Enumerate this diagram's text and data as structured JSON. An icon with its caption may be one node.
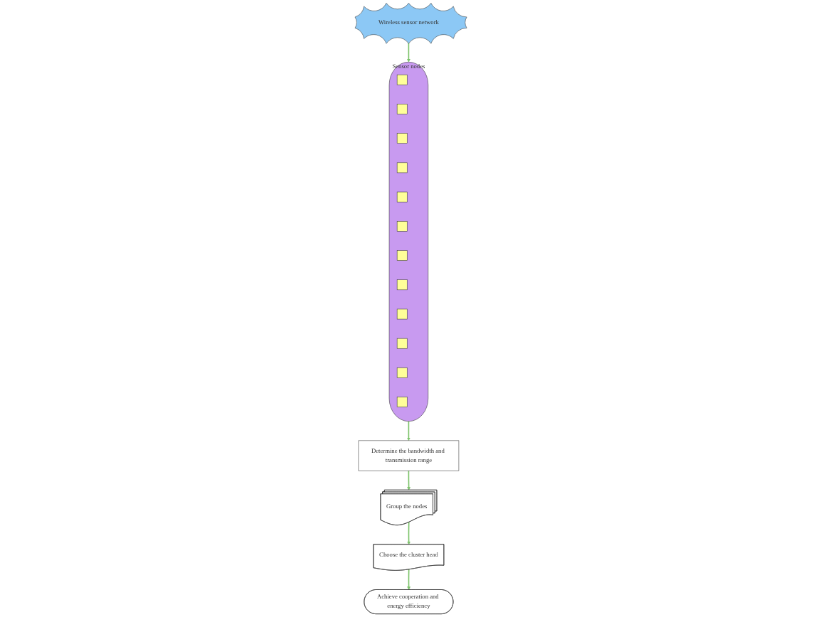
{
  "diagram": {
    "nodes": [
      {
        "text": [
          "Wireless sensor network"
        ]
      },
      {
        "text": [
          "Sensor nodes"
        ]
      },
      {
        "text": [],
        "shape": "box",
        "in": 1
      },
      {
        "text": [],
        "shape": "box",
        "in": 1
      },
      {
        "text": [],
        "shape": "box",
        "in": 1
      },
      {
        "text": [],
        "shape": "box",
        "in": 1
      },
      {
        "text": [],
        "shape": "box",
        "in": 1
      },
      {
        "text": [],
        "shape": "box",
        "in": 1
      },
      {
        "text": [],
        "shape": "box",
        "in": 1
      },
      {
        "text": [],
        "shape": "box",
        "in": 1
      },
      {
        "text": [],
        "shape": "box",
        "in": 1
      },
      {
        "text": [],
        "shape": "box",
        "in": 1
      },
      {
        "text": [],
        "shape": "box",
        "in": 1
      },
      {
        "text": [],
        "shape": "box",
        "in": 1
      },
      {
        "text": [
          "Determine the bandwidth and transmission range"
        ]
      },
      {
        "text": [
          "Group the nodes"
        ]
      },
      {
        "text": [
          "Choose the cluster head"
        ]
      },
      {
        "text": [
          "Achieve cooperation and energy efficiency"
        ]
      }
    ],
    "edges": [
      {
        "from": 0,
        "to": 1,
        "arrow": "to"
      },
      {
        "from": 1,
        "to": 14,
        "arrow": "to"
      },
      {
        "from": 14,
        "to": 15,
        "arrow": "to"
      },
      {
        "from": 15,
        "to": 16,
        "arrow": "to"
      },
      {
        "from": 16,
        "to": 17,
        "arrow": "to"
      }
    ]
  }
}
